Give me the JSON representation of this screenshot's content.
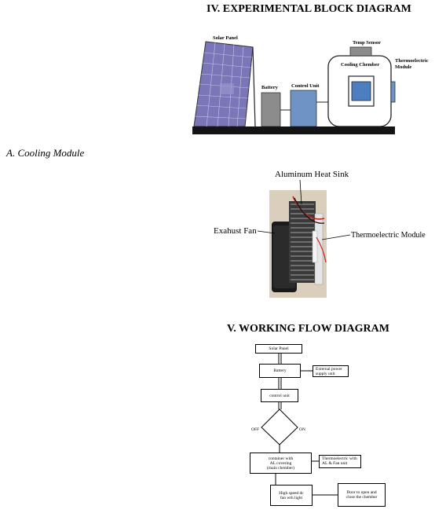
{
  "section_iv": {
    "heading": "IV.  EXPERIMENTAL BLOCK DIAGRAM"
  },
  "block_diagram": {
    "solar_panel": "Solar Panel",
    "battery": "Battery",
    "control_unit": "Control Unit",
    "cooling_chamber": "Cooling Chember",
    "temp_sensor": "Temp Sensor",
    "thermoelectric_line1": "Thermoelectric",
    "thermoelectric_line2": "Module",
    "colors": {
      "panel": "#7a76b8",
      "battery": "#8c8c8c",
      "control": "#6f93c4",
      "base": "#141414",
      "window": "#4f7ec0"
    }
  },
  "subsection_a": {
    "heading": "A.    Cooling Module"
  },
  "cooling_module": {
    "heat_sink_label": "Aluminum Heat Sink",
    "fan_label": "Exahust Fan",
    "thermo_label": "Thermoelectric Module"
  },
  "section_v": {
    "heading": "V.   WORKING FLOW DIAGRAM"
  },
  "flow": {
    "solar_panel": "Solar Panel",
    "battery": "Battery",
    "external_power_line1": "External power",
    "external_power_line2": "supply unit",
    "control_unit": "control unit",
    "off": "OFF",
    "on": "ON",
    "container_line1": "container with",
    "container_line2": "AL covering",
    "container_line3": "(main chember)",
    "thermo_fan_line1": "Thermoelectric with",
    "thermo_fan_line2": "AL & Fan unit",
    "fan_light_line1": "High speed dc",
    "fan_light_line2": "fan wth light",
    "door_line1": "Door to open and",
    "door_line2": "close the chember"
  }
}
